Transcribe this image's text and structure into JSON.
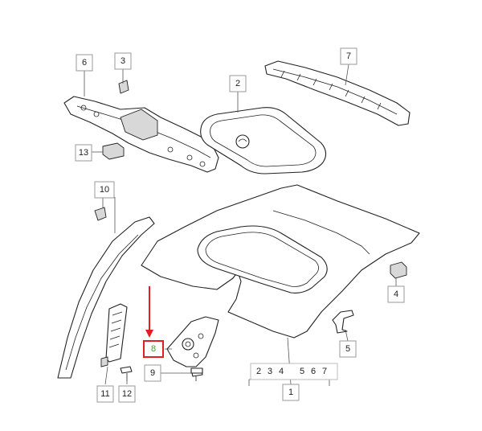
{
  "diagram": {
    "callouts": [
      {
        "id": "c6",
        "label": "6"
      },
      {
        "id": "c3-top",
        "label": "3"
      },
      {
        "id": "c2-top",
        "label": "2"
      },
      {
        "id": "c7-top",
        "label": "7"
      },
      {
        "id": "c13",
        "label": "13"
      },
      {
        "id": "c10",
        "label": "10"
      },
      {
        "id": "c4-right",
        "label": "4"
      },
      {
        "id": "c8",
        "label": "8"
      },
      {
        "id": "c5-right",
        "label": "5"
      },
      {
        "id": "c9",
        "label": "9"
      },
      {
        "id": "c11",
        "label": "11"
      },
      {
        "id": "c12",
        "label": "12"
      },
      {
        "id": "c1",
        "label": "1"
      }
    ],
    "group_labels": [
      "2",
      "3",
      "4",
      "5",
      "6",
      "7"
    ],
    "highlight_color": "#e02020",
    "highlight_label_color": "#4c9a3c"
  }
}
